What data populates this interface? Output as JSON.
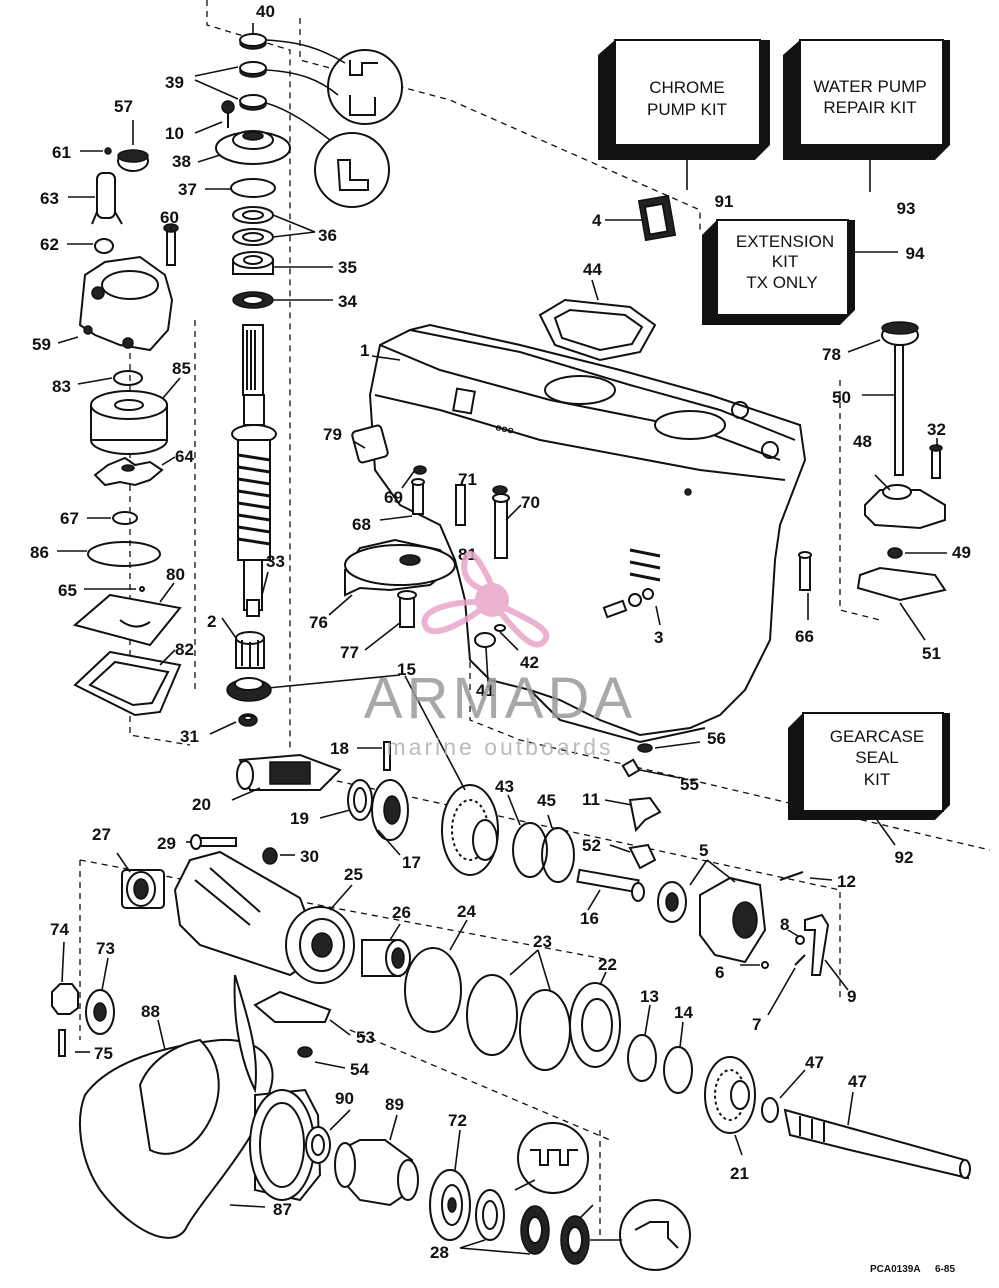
{
  "kits": [
    {
      "number": "91",
      "text": [
        "CHROME",
        "PUMP KIT"
      ]
    },
    {
      "number": "93",
      "text": [
        "WATER PUMP",
        "REPAIR KIT"
      ]
    },
    {
      "number": "94",
      "text": [
        "EXTENSION",
        "KIT",
        "TX ONLY"
      ]
    },
    {
      "number": "92",
      "text": [
        "GEARCASE",
        "SEAL",
        "KIT"
      ]
    }
  ],
  "part_numbers": [
    "40",
    "39",
    "10",
    "38",
    "37",
    "36",
    "35",
    "34",
    "57",
    "61",
    "63",
    "62",
    "60",
    "59",
    "83",
    "85",
    "64",
    "67",
    "86",
    "65",
    "80",
    "82",
    "33",
    "2",
    "15",
    "31",
    "1",
    "79",
    "69",
    "71",
    "70",
    "68",
    "81",
    "76",
    "77",
    "41",
    "42",
    "3",
    "4",
    "44",
    "78",
    "50",
    "32",
    "48",
    "49",
    "51",
    "66",
    "18",
    "20",
    "19",
    "17",
    "43",
    "45",
    "11",
    "56",
    "55",
    "52",
    "5",
    "12",
    "16",
    "8",
    "6",
    "7",
    "9",
    "27",
    "29",
    "30",
    "25",
    "26",
    "24",
    "23",
    "22",
    "13",
    "14",
    "74",
    "73",
    "75",
    "88",
    "53",
    "54",
    "90",
    "89",
    "72",
    "47",
    "21",
    "87",
    "28"
  ],
  "watermark": {
    "brand": "ARMADA",
    "tagline": "marine outboards",
    "color": "#e8a6c8",
    "text_color": "#9a9a9a"
  },
  "footer": {
    "code": "PCA0139A",
    "date": "6-85"
  }
}
